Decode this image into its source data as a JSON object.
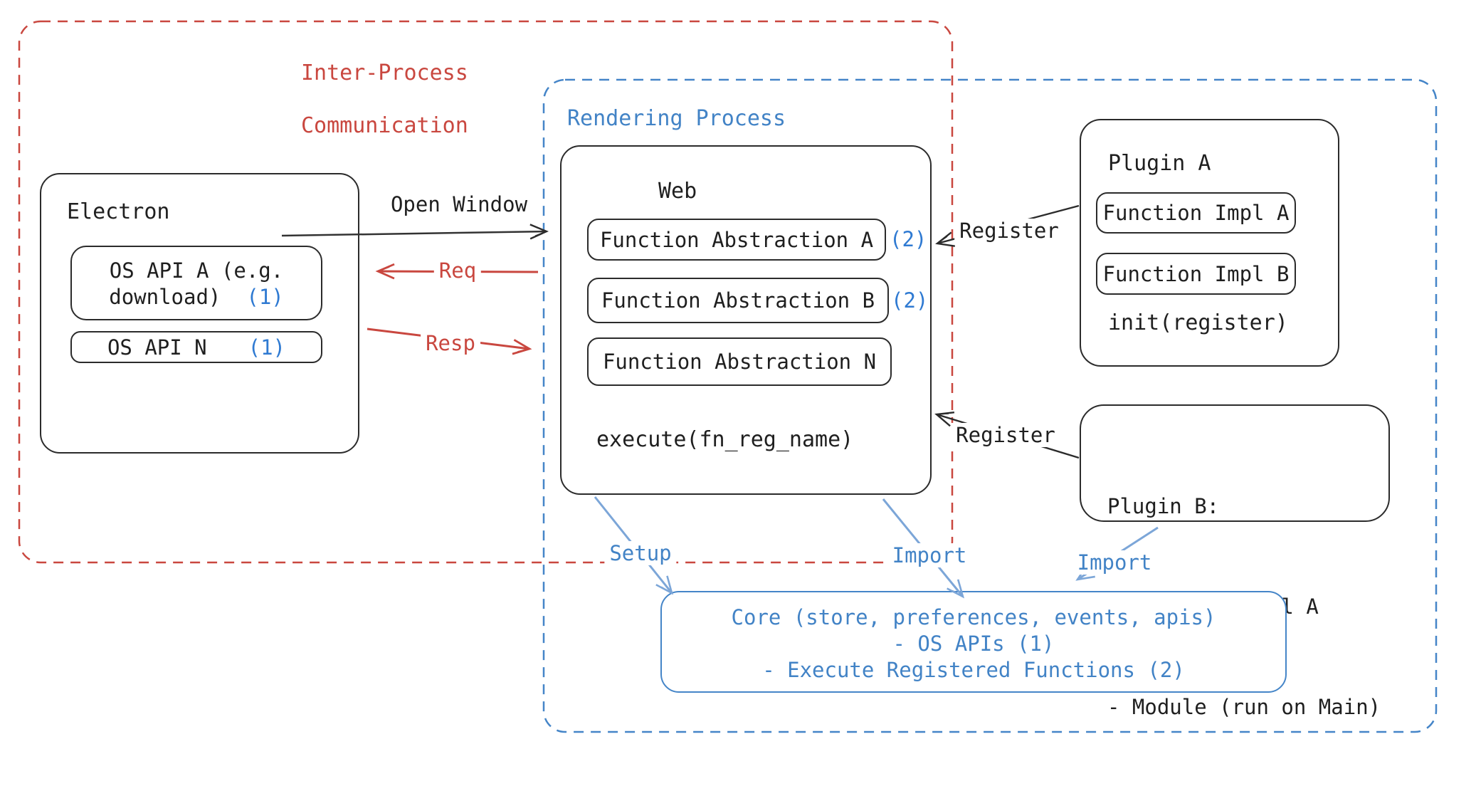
{
  "regions": {
    "ipc": {
      "label_line1": "Inter-Process",
      "label_line2": "Communication"
    },
    "rendering": {
      "label": "Rendering Process"
    }
  },
  "electron": {
    "title": "Electron",
    "os_api_a": {
      "line1": "OS API A (e.g.",
      "line2": "download)",
      "ref": "(1)"
    },
    "os_api_n": {
      "label": "OS API N",
      "ref": "(1)"
    }
  },
  "web": {
    "title": "Web",
    "fn_abstraction_a": {
      "label": "Function Abstraction A",
      "ref": "(2)"
    },
    "fn_abstraction_b": {
      "label": "Function Abstraction B",
      "ref": "(2)"
    },
    "fn_abstraction_n": {
      "label": "Function Abstraction N"
    },
    "execute": "execute(fn_reg_name)"
  },
  "plugin_a": {
    "title": "Plugin A",
    "impl_a": "Function Impl A",
    "impl_b": "Function Impl B",
    "init": "init(register)"
  },
  "plugin_b": {
    "title": "Plugin B:",
    "items": [
      "- Function Impl A",
      "- Module (run on Main)"
    ]
  },
  "core": {
    "line1": "Core (store, preferences, events, apis)",
    "line2": "- OS APIs (1)",
    "line3": "- Execute Registered Functions (2)"
  },
  "arrows": {
    "open_window": "Open Window",
    "req": "Req",
    "resp": "Resp",
    "register_top": "Register",
    "register_bottom": "Register",
    "setup": "Setup",
    "import_web": "Import",
    "import_plugin_b": "Import"
  },
  "colors": {
    "red": "#c9473f",
    "blue": "#4283c6",
    "ref_blue": "#2f7ad2",
    "arrow_blue": "#7ca6d8",
    "ink": "#2b2b2b"
  }
}
